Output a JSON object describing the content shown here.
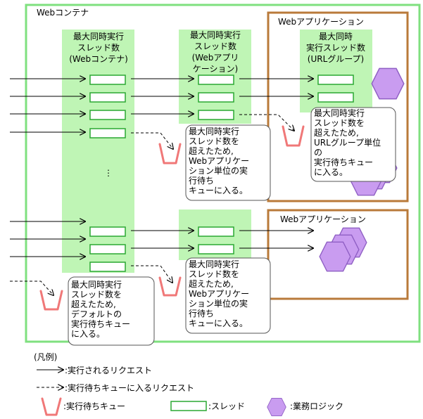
{
  "diagram": {
    "container_title": "Webコンテナ",
    "container_max_threads_label": [
      "最大同時実行",
      "スレッド数",
      "(Webコンテナ)"
    ],
    "webapp_max_threads_label": [
      "最大同時実行",
      "スレッド数",
      "(Webアプリ",
      "ケーション)"
    ],
    "webapp_title_1": "Webアプリケーション",
    "webapp_title_2": "Webアプリケーション",
    "url_group_max_threads_label": [
      "最大同時",
      "実行スレッド数",
      "(URLグループ)"
    ],
    "ellipsis": "⋮",
    "callout_url_group": [
      "最大同時実行",
      "スレッド数を",
      "超えたため,",
      "URLグループ単位",
      "の",
      "実行待ちキュー",
      "に入る。"
    ],
    "callout_webapp_1": [
      "最大同時実行",
      "スレッド数を",
      "超えたため,",
      "Webアプリケー",
      "ション単位の実",
      "行待ち",
      "キューに入る。"
    ],
    "callout_default": [
      "最大同時実行",
      "スレッド数を",
      "超えたため,",
      "デフォルトの",
      "実行待ちキュー",
      "に入る。"
    ],
    "callout_webapp_2": [
      "最大同時実行",
      "スレッド数を",
      "超えたため,",
      "Webアプリケー",
      "ション単位の実",
      "行待ち",
      "キューに入る。"
    ]
  },
  "legend": {
    "title": "(凡例)",
    "request": ":実行されるリクエスト",
    "waiting_request": ":実行待ちキューに入るリクエスト",
    "queue": ":実行待ちキュー",
    "thread": ":スレッド",
    "business_logic": ":業務ロジック"
  },
  "colors": {
    "container_border": "#7fe07f",
    "thread_zone": "#bff5b5",
    "thread_border": "#2aa832",
    "webapp_border": "#b97a3a",
    "hexagon_fill": "#c99cf0",
    "hexagon_stroke": "#8f5fc4",
    "queue": "#f07878"
  }
}
